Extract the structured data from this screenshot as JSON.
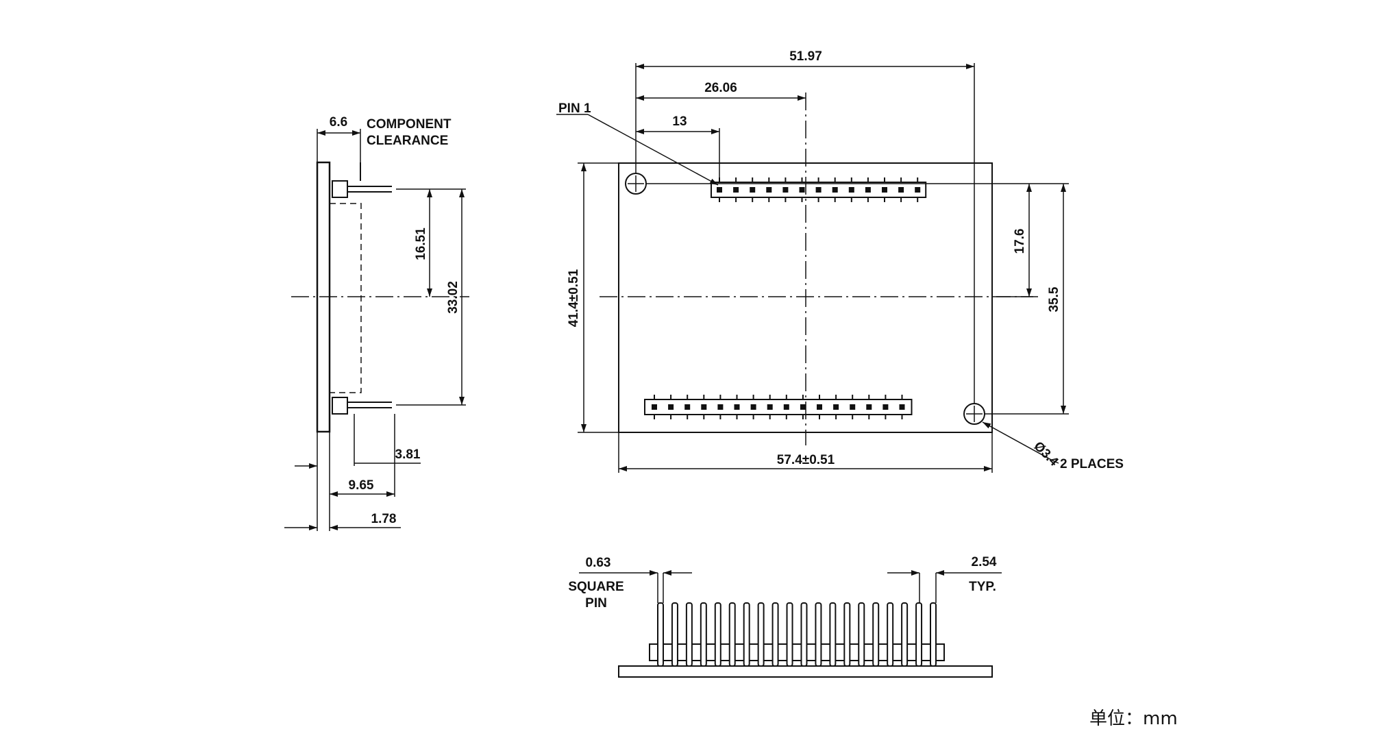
{
  "labels": {
    "component_dim": "6.6",
    "component_l1": "COMPONENT",
    "component_l2": "CLEARANCE",
    "dim_16_51": "16.51",
    "dim_33_02": "33.02",
    "dim_3_81": "3.81",
    "dim_9_65": "9.65",
    "dim_1_78": "1.78",
    "dim_51_97": "51.97",
    "dim_26_06": "26.06",
    "dim_13": "13",
    "pin1": "PIN 1",
    "dim_41_4": "41.4±0.51",
    "dim_17_6": "17.6",
    "dim_35_5": "35.5",
    "dim_57_4": "57.4±0.51",
    "hole_dia": "Ø3.4",
    "hole_places": "2 PLACES",
    "dim_0_63": "0.63",
    "square_l1": "SQUARE",
    "square_l2": "PIN",
    "dim_2_54": "2.54",
    "typ": "TYP.",
    "unit": "单位：mm"
  },
  "pins": {
    "top_header_count": 13,
    "bottom_header_count": 16,
    "bottom_view_count": 20
  }
}
